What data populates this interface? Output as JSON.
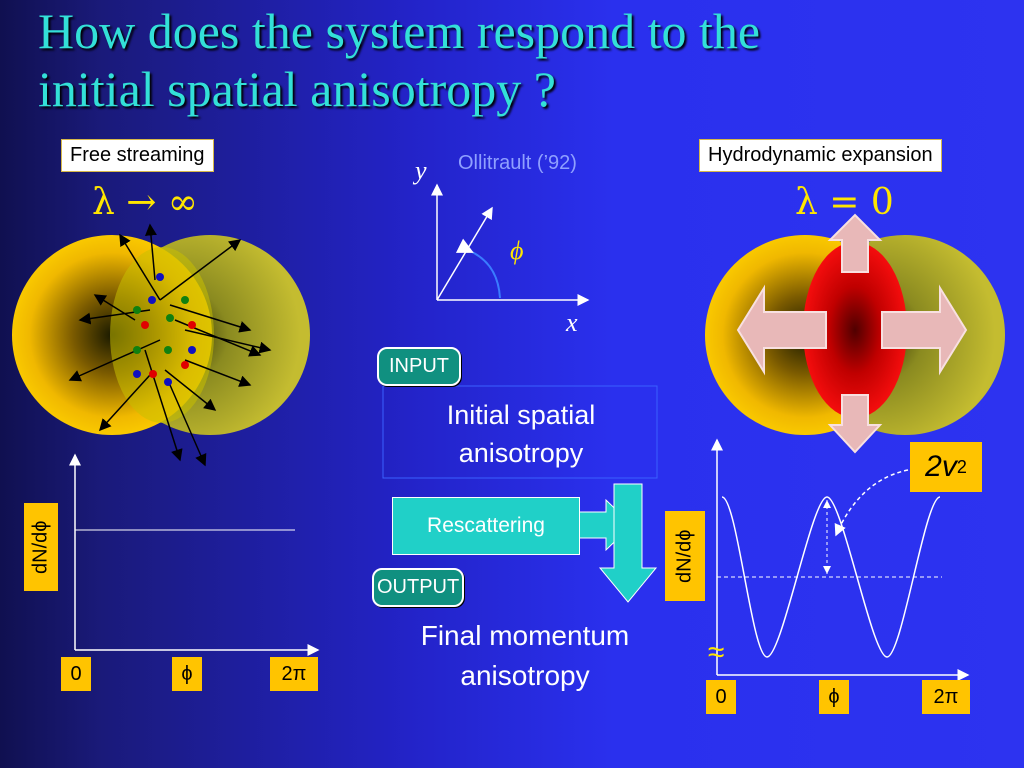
{
  "title": {
    "line1": "How does the system respond to the",
    "line2": "initial spatial anisotropy ?"
  },
  "left_panel": {
    "label": "Free streaming",
    "formula": "λ → ∞",
    "yaxis_label": "dN/dϕ",
    "ticks": [
      "0",
      "ϕ",
      "2π"
    ]
  },
  "middle_panel": {
    "reference": "Ollitrault (’92)",
    "axis_y": "y",
    "axis_x": "x",
    "angle": "ϕ",
    "input_label": "INPUT",
    "input_text_line1": "Initial spatial",
    "input_text_line2": "anisotropy",
    "rescattering_label": "Rescattering",
    "output_label": "OUTPUT",
    "output_text_line1": "Final momentum",
    "output_text_line2": "anisotropy"
  },
  "right_panel": {
    "label": "Hydrodynamic expansion",
    "formula": "λ = 0",
    "yaxis_label": "dN/dϕ",
    "ticks": [
      "0",
      "ϕ",
      "2π"
    ],
    "v2_label": "2v",
    "v2_sub": "2",
    "break_mark": "≈"
  },
  "colors": {
    "title": "#33e0d8",
    "label_box": "#ffc400",
    "teal": "#20d0c8",
    "yellow_math": "#ffe600"
  }
}
